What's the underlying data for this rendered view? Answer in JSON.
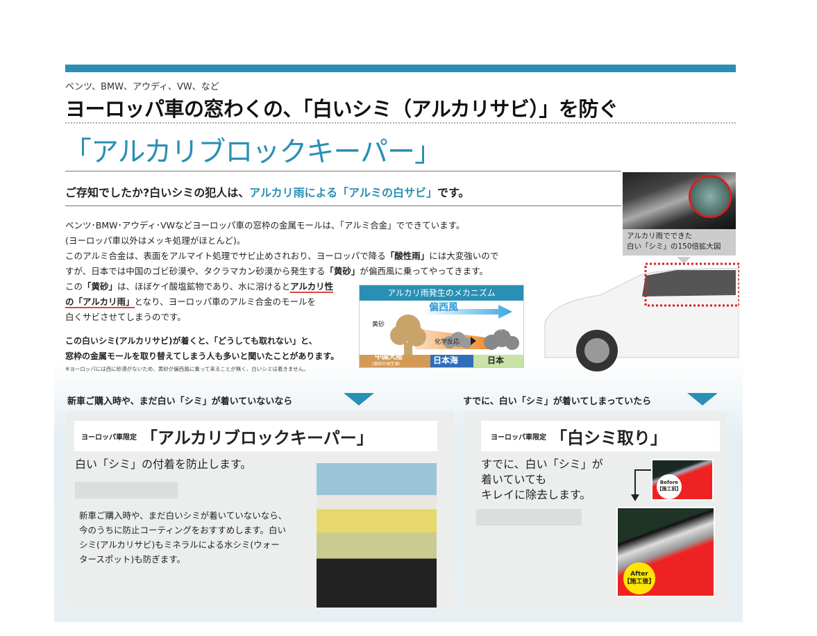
{
  "header": {
    "subtitle": "ベンツ、BMW、アウディ、VW、など",
    "title": "ヨーロッパ車の窓わくの、「白いシミ（アルカリサビ）」を防ぐ",
    "product": "「アルカリブロックキーパー」",
    "question_pre": "ご存知でしたか?白いシミの犯人は、",
    "question_hl": "アルカリ雨による「アルミの白サビ」",
    "question_post": "です。"
  },
  "body": {
    "l1": "ベンツ･BMW･アウディ･VWなどヨーロッパ車の窓枠の金属モールは、「アルミ合金」でできています。",
    "l2": "(ヨーロッパ車以外はメッキ処理がほとんど)。",
    "l3a": "このアルミ合金は、表面をアルマイト処理でサビ止めされおり、ヨーロッパで降る",
    "l3b": "「酸性雨」",
    "l3c": "には大変強いので",
    "l4a": "すが、日本では中国のゴビ砂漠や、タクラマカン砂漠から発生する",
    "l4b": "「黄砂」",
    "l4c": "が偏西風に乗ってやってきます。",
    "l5a": "この",
    "l5b": "「黄砂」",
    "l5c": "は、ほぼケイ酸塩鉱物であり、水に溶けると",
    "l5d": "アルカリ性",
    "l6a": "の「アルカリ雨」",
    "l6b": "となり、ヨーロッパ車のアルミ合金のモールを",
    "l7": "白くサビさせてしまうのです。",
    "bold1": "この白いシミ(アルカリサビ)が着くと、「どうしても取れない」と、",
    "bold2": "窓枠の金属モールを取り替えてしまう人も多いと聞いたことがあります。",
    "note": "※ヨーロッパには西に砂漠がないため、黄砂が偏西風に乗って来ることが無く、白いシミは着きません。"
  },
  "diagram": {
    "title": "アルカリ雨発生のメカニズム",
    "wind": "偏西風",
    "kosa": "黄砂",
    "reaction": "化学反応",
    "rain": "アルカリ雨",
    "china": "中国大陸",
    "china_sub": "(黄砂の発生源)",
    "sea": "日本海",
    "japan": "日本"
  },
  "photo_caption": {
    "l1": "アルカリ雨でできた",
    "l2": "白い「シミ」の150倍拡大図"
  },
  "left_section": {
    "heading": "新車ご購入時や、まだ白い「シミ」が着いていないなら",
    "limited": "ヨーロッパ車限定",
    "name": "「アルカリブロックキーパー」",
    "lead": "白い「シミ」の付着を防止します。",
    "p1": "新車ご購入時や、まだ白いシミが着いていないなら、",
    "p2": "今のうちに防止コーティングをおすすめします。白い",
    "p3": "シミ(アルカリサビ)もミネラルによる水シミ(ウォー",
    "p4": "タースポット)も防ぎます。"
  },
  "right_section": {
    "heading": "すでに、白い「シミ」が着いてしまっていたら",
    "limited": "ヨーロッパ車限定",
    "name": "「白シミ取り」",
    "lead1": "すでに、白い「シミ」が",
    "lead2": "着いていても",
    "lead3": "キレイに除去します。",
    "before": "Before",
    "before_jp": "【施工前】",
    "after": "After",
    "after_jp": "【施工後】"
  },
  "colors": {
    "accent": "#2a8fb4",
    "underline": "#d44444",
    "panel": "#eceeee"
  }
}
